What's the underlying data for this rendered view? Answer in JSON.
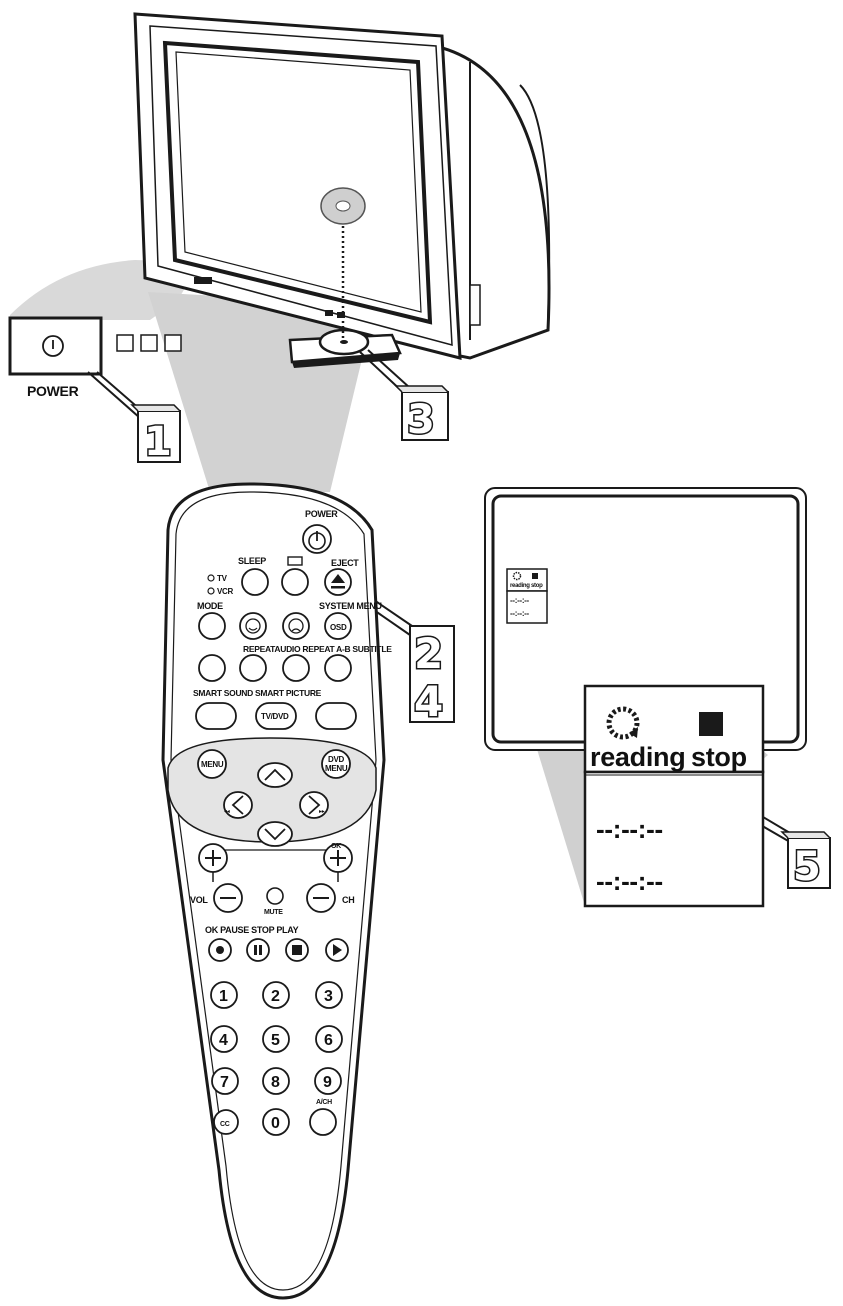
{
  "tv_panel": {
    "power_label": "POWER",
    "power_symbol": "⏻"
  },
  "steps": [
    "1",
    "2",
    "3",
    "4",
    "5"
  ],
  "remote": {
    "power_label": "POWER",
    "tv_label": "TV",
    "vcr_label": "VCR",
    "sleep_label": "SLEEP",
    "eject_label": "EJECT",
    "mode_label": "MODE",
    "system_menu_label": "SYSTEM MENU",
    "osd_label": "OSD",
    "row_labels": "REPEATAUDIO REPEAT A-B SUBTITLE",
    "smart_labels": "SMART SOUND SMART PICTURE",
    "tvdvd_label": "TV/DVD",
    "menu_label": "MENU",
    "dvd_menu_line1": "DVD",
    "dvd_menu_line2": "MENU",
    "ok_label": "OK",
    "vol_label": "VOL",
    "ch_label": "CH",
    "mute_label": "MUTE",
    "transport_labels": "OK PAUSE STOP PLAY",
    "numbers": [
      "1",
      "2",
      "3",
      "4",
      "5",
      "6",
      "7",
      "8",
      "9"
    ],
    "cc_label": "CC",
    "zero_label": "0",
    "ach_label": "A/CH"
  },
  "screen": {
    "small_reading": "reading",
    "small_stop": "stop",
    "reading_label": "reading",
    "stop_label": "stop",
    "time_display_1": "--:--:--",
    "time_display_2": "--:--:--"
  }
}
